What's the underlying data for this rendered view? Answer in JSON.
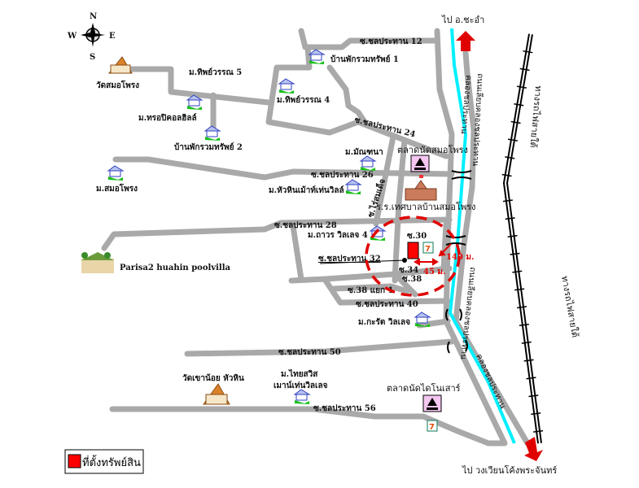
{
  "compass": {
    "n": "N",
    "s": "S",
    "e": "E",
    "w": "W"
  },
  "directions": {
    "north": "ไป อ.ชะอำ",
    "south": "ไป วงเวียนโค้งพระจันทร์"
  },
  "main_roads": {
    "road": "ถนนเลียบคลองชลประทาน",
    "canal": "คลองชลประทาน",
    "railway": "ทางรถไฟสายใต้"
  },
  "sois": {
    "s12": "ซ.ชลประทาน 12",
    "s24": "ซ.ชลประทาน 24",
    "s26": "ซ.ชลประทาน 26",
    "s28": "ซ.ชลประทาน 28",
    "s30": "ซ.30",
    "s32": "ซ.ชลประทาน 32",
    "s34": "ซ.34",
    "s38": "ซ.38",
    "s38y": "ซ.38 แยก 1",
    "s40": "ซ.ชลประทาน 40",
    "s50": "ซ.ชลประทาน 50",
    "s56": "ซ.ชลประทาน 56",
    "rai": "ซ.ไร่สมเด็จ"
  },
  "places": {
    "wat_samo": "วัดสมอโพรง",
    "thip5": "ม.ทิพย์วรรณ 5",
    "thip4": "ม.ทิพย์วรรณ 4",
    "tropical": "ม.ทรอปิคอลฮิลล์",
    "ban1": "บ้านพักรวมทรัพย์ 1",
    "ban2": "บ้านพักรวมทรัพย์ 2",
    "samo": "ม.สมอโพรง",
    "manthana": "ม.มัณฑนา",
    "market_samo": "ตลาดนัดสมอโพรง",
    "huahin_villa": "ม.หัวหินเม้าท์เท่นวิลล์",
    "school": "ร.ร.เทศบาลบ้านสมอโพรง",
    "thavorn": "ม.ถาวร วิลเลจ 4",
    "parisa": "Parisa2 huahin poolvilla",
    "karat": "ม.กะรัต วิลเลจ",
    "wat_khaonoi": "วัดเขาน้อย หัวหิน",
    "thaiswiss1": "ม.ไทยสวิส",
    "thaiswiss2": "เมาน์เท่นวิลเลจ",
    "market_dino": "ตลาดนัดไดโนเสาร์"
  },
  "distances": {
    "d1": "140 ม.",
    "d2": "45 ม."
  },
  "legend": {
    "label": "ที่ตั้งทรัพย์สิน"
  },
  "colors": {
    "road": "#a9a9a9",
    "canal": "#00ffff",
    "property": "#ff0000",
    "arrow": "#e00000"
  }
}
